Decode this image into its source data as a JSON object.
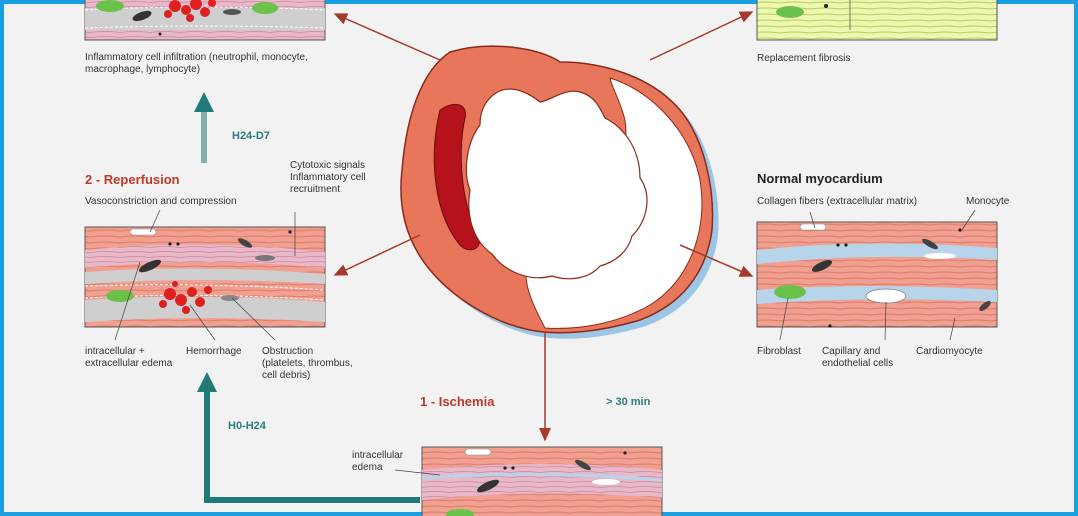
{
  "labels": {
    "infiltration_line1": "Inflammatory cell infiltration (neutrophil, monocyte,",
    "infiltration_line2": "macrophage, lymphocyte)",
    "replacement_fibrosis": "Replacement fibrosis",
    "time_h24_d7": "H24-D7",
    "reperfusion_title": "2 - Reperfusion",
    "vasoconstriction": "Vasoconstriction and compression",
    "cytotoxic_line1": "Cytotoxic signals",
    "cytotoxic_line2": "Inflammatory cell",
    "cytotoxic_line3": "recruitment",
    "normal_title": "Normal myocardium",
    "collagen": "Collagen fibers (extracellular matrix)",
    "monocyte": "Monocyte",
    "edema_line1": "intracellular +",
    "edema_line2": "extracellular edema",
    "hemorrhage": "Hemorrhage",
    "obstruction_line1": "Obstruction",
    "obstruction_line2": "(platelets, thrombus,",
    "obstruction_line3": "cell debris)",
    "fibroblast": "Fibroblast",
    "capillary_line1": "Capillary and",
    "capillary_line2": "endothelial cells",
    "cardiomyocyte": "Cardiomyocyte",
    "ischemia_title": "1 - Ischemia",
    "time_30min": "> 30 min",
    "time_h0_h24": "H0-H24",
    "intra_edema_line1": "intracellular",
    "intra_edema_line2": "edema"
  },
  "colors": {
    "frame": "#1aa0e0",
    "heart_tissue": "#e8765a",
    "infarct_core": "#b5121b",
    "teal_arrow": "#1f7a78",
    "red_arrow": "#a33a2a",
    "muscle": "#f0a090",
    "fibrosis": "#eef7b0"
  }
}
